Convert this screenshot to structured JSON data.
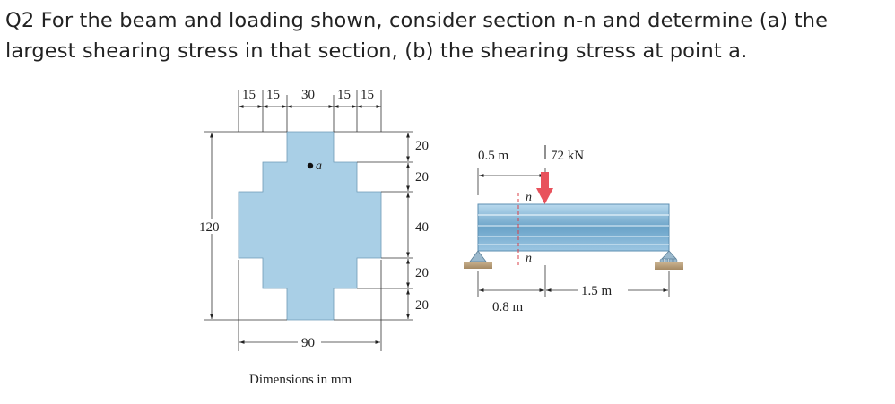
{
  "question": {
    "text": "Q2 For the beam and loading shown, consider section n-n and determine (a) the largest shearing stress in that section, (b) the shearing stress at point a."
  },
  "cross_section": {
    "top_dims": [
      "15",
      "15",
      "30",
      "15",
      "15"
    ],
    "right_dims": [
      "20",
      "20",
      "40",
      "20",
      "20"
    ],
    "height_label": "120",
    "width_label": "90",
    "point_label": "a",
    "caption": "Dimensions in mm",
    "fill_color": "#a9cfe6"
  },
  "beam": {
    "top_dim_label": "0.5 m",
    "load_label": "72 kN",
    "section_label_top": "n",
    "section_label_bottom": "n",
    "left_span_label": "0.8 m",
    "right_span_label": "1.5 m",
    "load_color": "#e8525c"
  }
}
